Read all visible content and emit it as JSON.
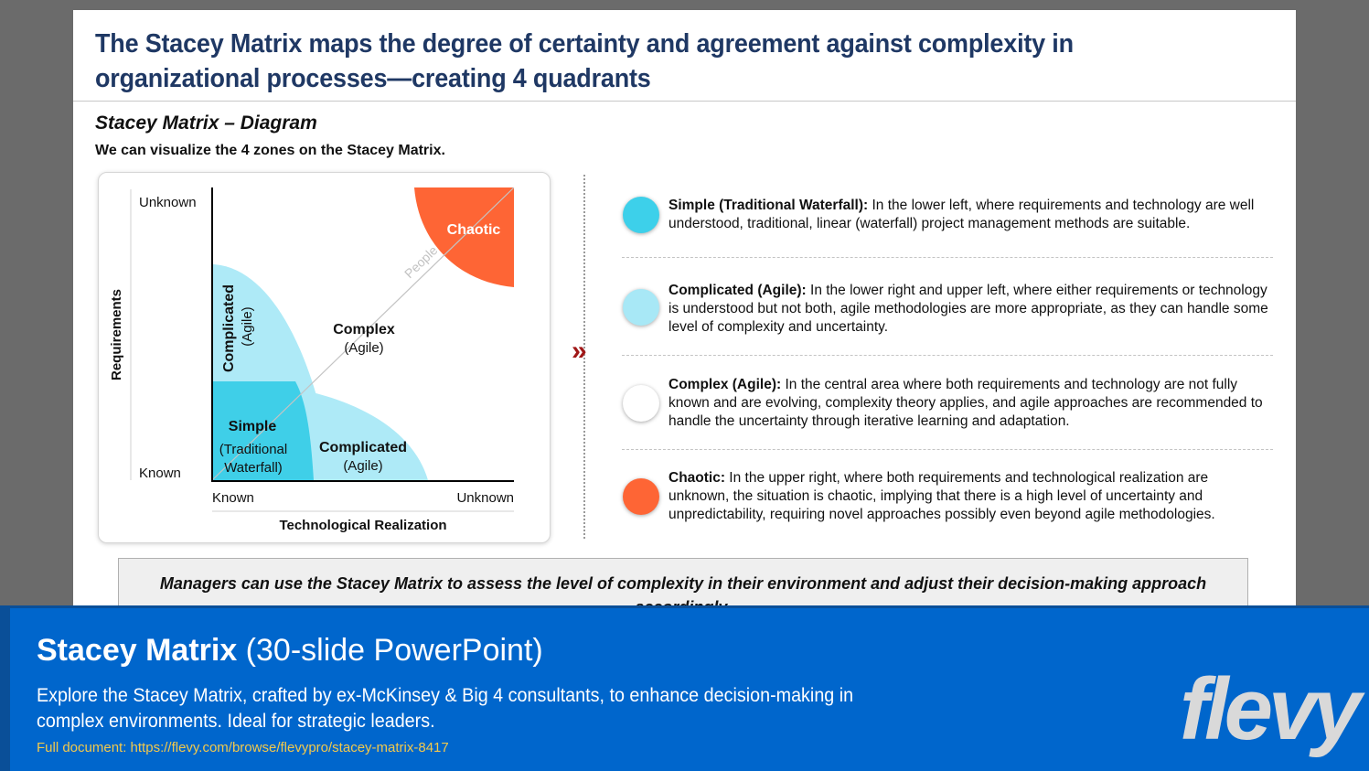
{
  "slide": {
    "title": "The Stacey Matrix maps the degree of certainty and agreement against complexity in organizational processes—creating 4 quadrants",
    "subtitle": "Stacey Matrix – Diagram",
    "lead": "We can visualize the 4 zones on the Stacey Matrix."
  },
  "diagram": {
    "y_axis_title": "Requirements",
    "y_top": "Unknown",
    "y_bottom": "Known",
    "x_axis_title": "Technological Realization",
    "x_left": "Known",
    "x_right": "Unknown",
    "diag_label": "People",
    "chaotic": "Chaotic",
    "complex_title": "Complex",
    "complex_sub": "(Agile)",
    "complicated_v_title": "Complicated",
    "complicated_v_sub": "(Agile)",
    "simple_title": "Simple",
    "simple_sub1": "(Traditional",
    "simple_sub2": "Waterfall)",
    "complicated_h_title": "Complicated",
    "complicated_h_sub": "(Agile)"
  },
  "zones": [
    {
      "name": "Simple (Traditional Waterfall):",
      "text": " In the lower left, where requirements and technology are well understood, traditional, linear (waterfall) project management methods are suitable.",
      "color": "#3dd0ea"
    },
    {
      "name": "Complicated (Agile):",
      "text": " In the lower right and upper left, where either requirements or technology is understood but not both, agile methodologies are more appropriate, as they can handle some level of complexity and uncertainty.",
      "color": "#a8e8f6"
    },
    {
      "name": "Complex (Agile):",
      "text": " In the central area where both requirements and technology are not fully known and are evolving, complexity theory applies, and agile approaches are recommended to handle the uncertainty through iterative learning and adaptation.",
      "color": "#ffffff"
    },
    {
      "name": "Chaotic:",
      "text": " In the upper right, where both requirements and technological realization are unknown, the situation is chaotic, implying that there is a high level of uncertainty and unpredictability, requiring novel approaches possibly even beyond agile methodologies.",
      "color": "#fe6535"
    }
  ],
  "callout": "Managers can use the Stacey Matrix to assess the level of complexity in their environment and adjust their decision-making approach accordingly.",
  "banner": {
    "title_strong": "Stacey Matrix",
    "title_light": " (30-slide PowerPoint)",
    "description": "Explore the Stacey Matrix, crafted by ex-McKinsey & Big 4 consultants, to enhance decision-making in complex environments. Ideal for strategic leaders.",
    "link": "Full document: https://flevy.com/browse/flevypro/stacey-matrix-8417",
    "logo": "flevy"
  },
  "colors": {
    "title": "#1f3864",
    "banner": "#0066cc",
    "chaotic": "#fe6535",
    "simple": "#3dd0ea",
    "complicated": "#a8e8f6",
    "chevron": "#a01818"
  }
}
